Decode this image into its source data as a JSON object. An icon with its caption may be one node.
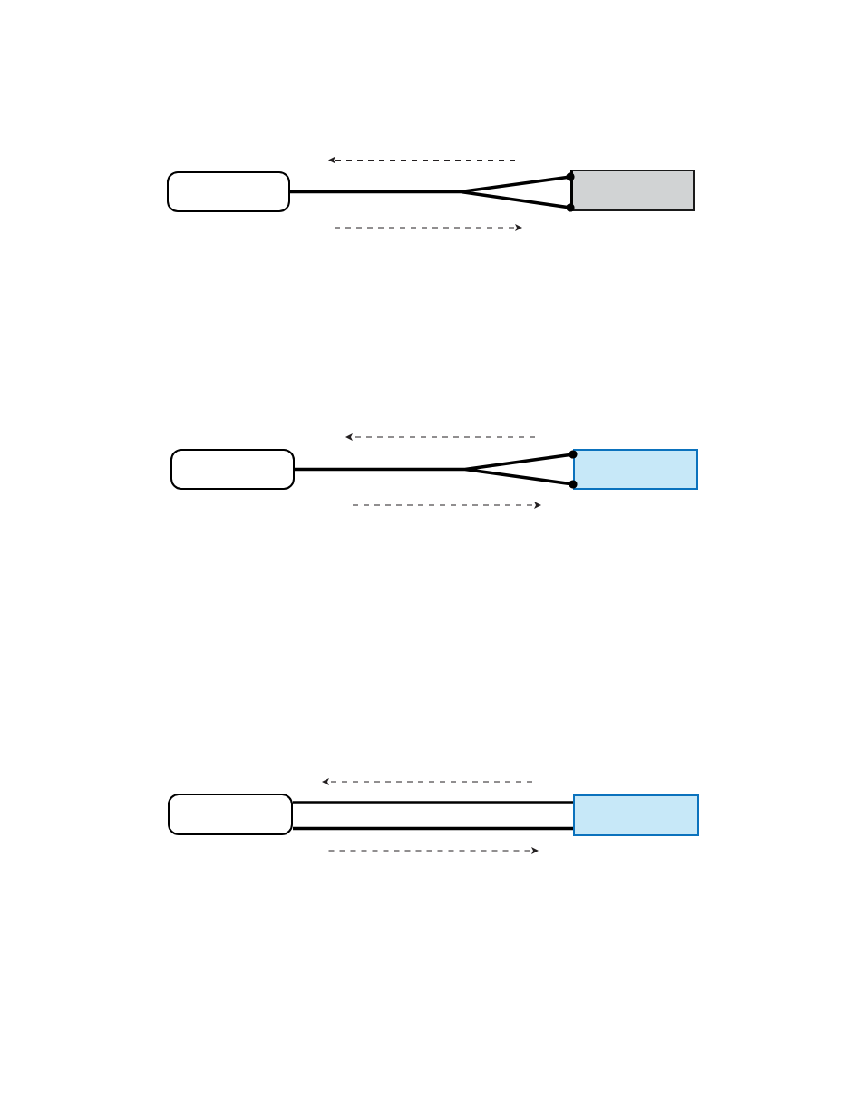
{
  "diagram": {
    "nodes": [
      {
        "text": [],
        "shape": "box"
      },
      {
        "text": [],
        "shape": "box"
      },
      {
        "text": [],
        "shape": "box"
      },
      {
        "text": [],
        "shape": "box"
      },
      {
        "text": [],
        "shape": "box"
      },
      {
        "text": [],
        "shape": "box"
      }
    ],
    "edges": [
      {
        "from": 0,
        "to": 1,
        "arrow": "other"
      },
      {
        "from": 2,
        "to": 3,
        "arrow": "other"
      },
      {
        "from": 4,
        "to": 5,
        "arrow": "none"
      },
      {
        "from": 4,
        "to": 5,
        "arrow": "none"
      }
    ]
  }
}
